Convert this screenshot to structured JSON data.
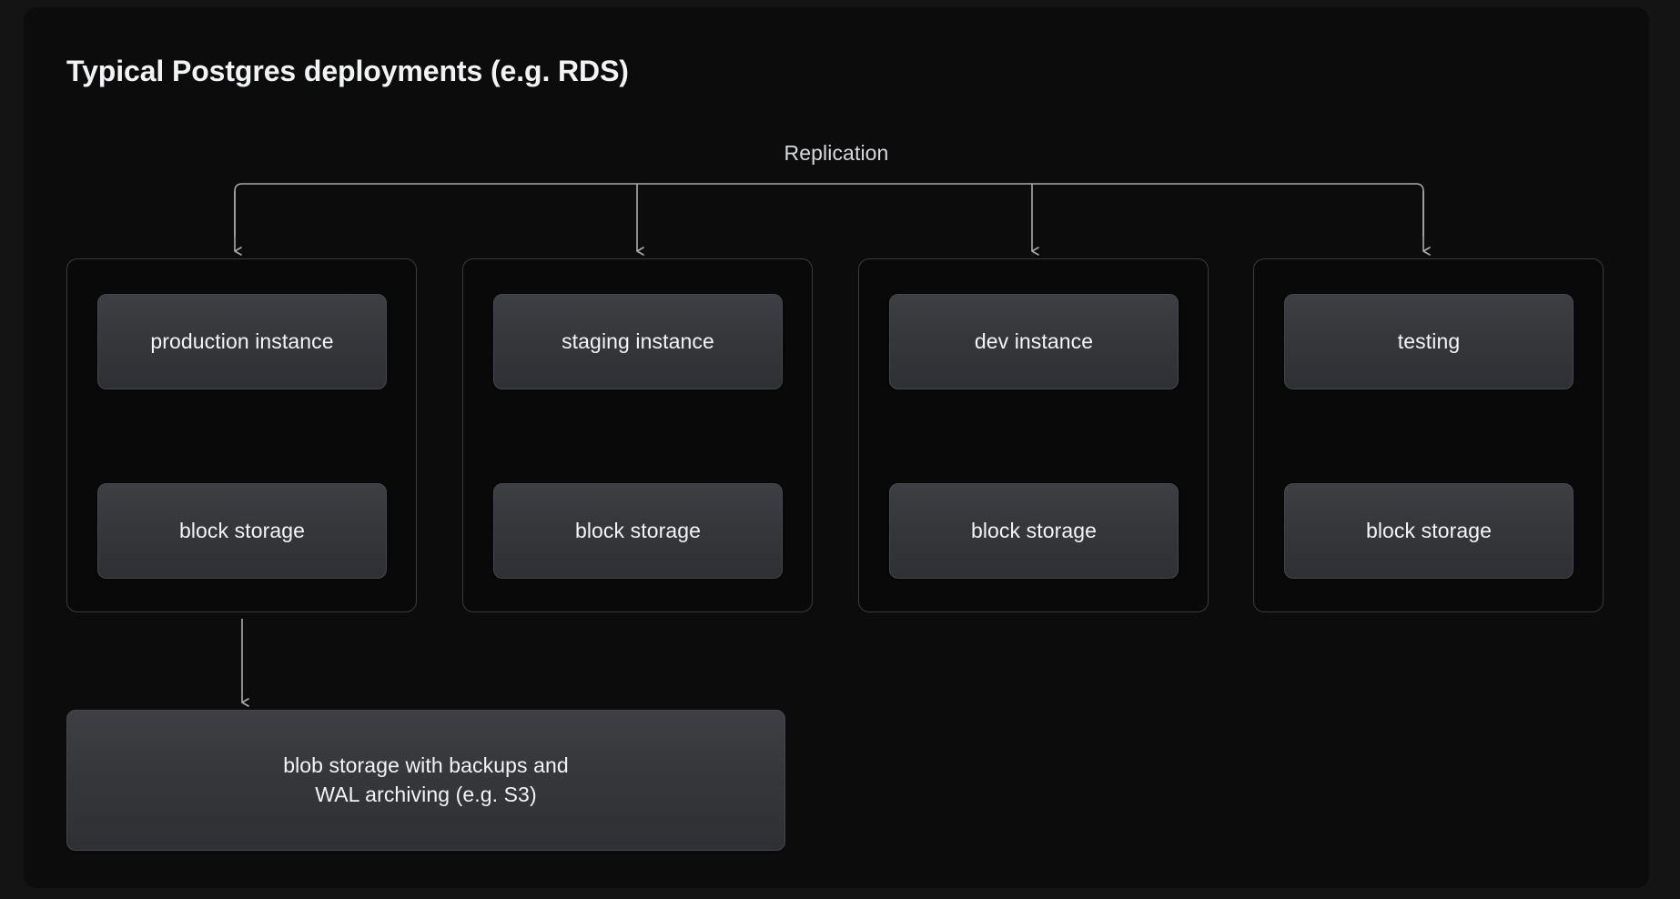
{
  "page": {
    "title": "Typical Postgres deployments (e.g. RDS)",
    "background_color": "#141414",
    "card_color": "#0c0c0c",
    "text_color": "#f2f3f5",
    "line_color": "#a9aaad",
    "node_fill_top": "#3e3f44",
    "node_fill_bottom": "#2f3034",
    "container_border_color": "#3b3b3e"
  },
  "diagram": {
    "replication_label": "Replication",
    "columns": [
      {
        "id": "production",
        "instance": "production instance",
        "storage": "block storage"
      },
      {
        "id": "staging",
        "instance": "staging instance",
        "storage": "block storage"
      },
      {
        "id": "dev",
        "instance": "dev instance",
        "storage": "block storage"
      },
      {
        "id": "testing",
        "instance": "testing",
        "storage": "block storage"
      }
    ],
    "blob_storage": "blob storage with backups and\nWAL archiving (e.g. S3)"
  }
}
